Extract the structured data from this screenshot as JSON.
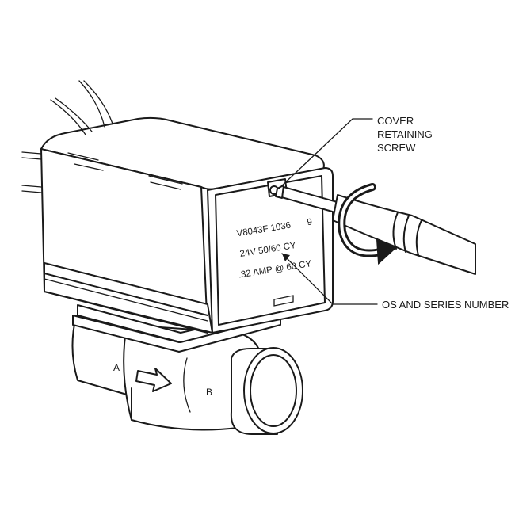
{
  "callouts": {
    "cover_screw": [
      "COVER",
      "RETAINING",
      "SCREW"
    ],
    "os_series": "OS AND SERIES NUMBER"
  },
  "nameplate": {
    "line1": "V8043F 1036",
    "line1_suffix": "9",
    "line2": "24V 50/60 CY",
    "line3": ".32 AMP @ 60 CY"
  },
  "ports": {
    "a": "A",
    "b": "B"
  }
}
